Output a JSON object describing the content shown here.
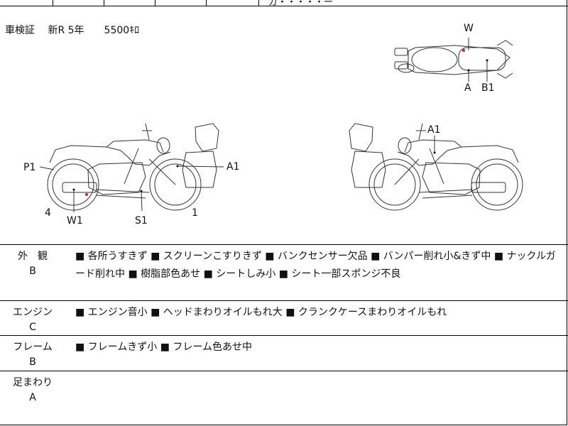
{
  "top_strip": {
    "partial_text": "ガ・・・・・ー"
  },
  "registration": {
    "label": "車検証",
    "value": "新R 5年",
    "mileage": "5500ｷﾛ"
  },
  "diagram": {
    "top_view_labels": [
      "W",
      "A",
      "B1"
    ],
    "right_side_labels": [
      "P1",
      "4",
      "W1",
      "S1",
      "A1",
      "1"
    ],
    "left_side_labels": [
      "A1"
    ]
  },
  "sections": [
    {
      "title": "外　観",
      "grade": "B",
      "notes": "■ 各所うすきず ■ スクリーンこすりきず ■ バンクセンサー欠品 ■ バンパー削れ小&きず中 ■ ナックルガード削れ中 ■ 樹脂部色あせ ■ シートしみ小 ■ シート一部スポンジ不良"
    },
    {
      "title": "エンジン",
      "grade": "C",
      "notes": "■ エンジン音小 ■ ヘッドまわりオイルもれ大 ■ クランクケースまわりオイルもれ"
    },
    {
      "title": "フレーム",
      "grade": "B",
      "notes": "■ フレームきず小 ■ フレーム色あせ中"
    },
    {
      "title": "足まわり",
      "grade": "A",
      "notes": ""
    }
  ],
  "colors": {
    "line": "#000000",
    "mark": "#d02020"
  }
}
